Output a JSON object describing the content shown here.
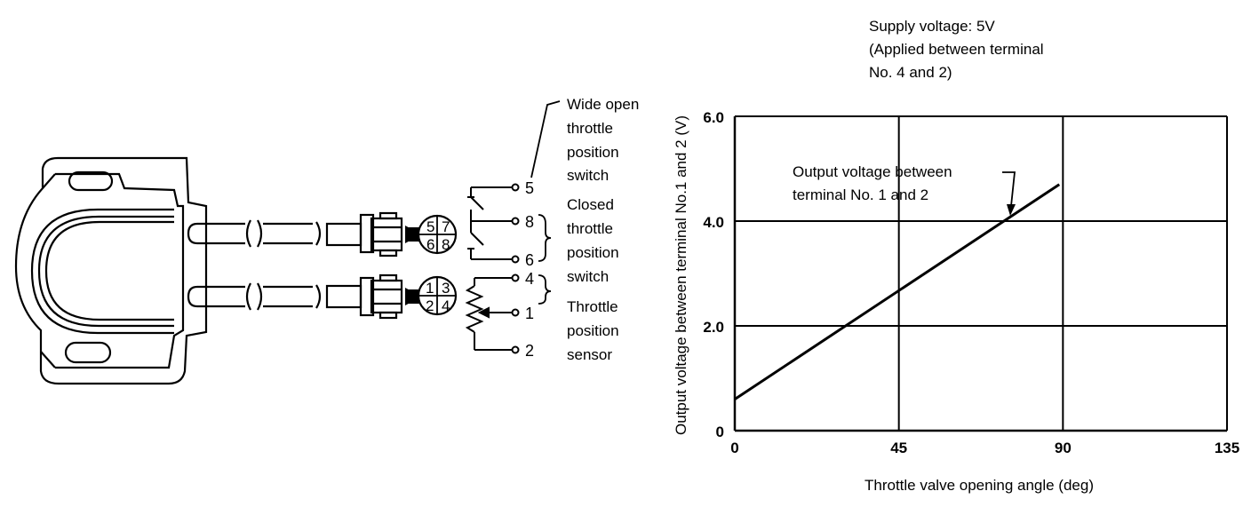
{
  "supply_note": {
    "line1": "Supply voltage: 5V",
    "line2": "(Applied between terminal",
    "line3": "No. 4 and 2)"
  },
  "labels": {
    "wide_open": [
      "Wide open",
      "throttle",
      "position",
      "switch"
    ],
    "closed": [
      "Closed",
      "throttle",
      "position",
      "switch"
    ],
    "sensor": [
      "Throttle",
      "position",
      "sensor"
    ]
  },
  "terminals": {
    "t5": "5",
    "t8": "8",
    "t6": "6",
    "t4": "4",
    "t1": "1",
    "t2": "2"
  },
  "connector_upper_pins": [
    "5",
    "7",
    "6",
    "8"
  ],
  "connector_lower_pins": [
    "1",
    "3",
    "2",
    "4"
  ],
  "chart_data": {
    "type": "line",
    "ylabel": "Output voltage between terminal No.1 and 2 (V)",
    "xlabel": "Throttle valve opening angle (deg)",
    "xlim": [
      0,
      135
    ],
    "ylim": [
      0,
      6
    ],
    "x_ticks": [
      "0",
      "45",
      "90",
      "135"
    ],
    "y_ticks": [
      "0",
      "2.0",
      "4.0",
      "6.0"
    ],
    "grid": true,
    "annotation": [
      "Output voltage between",
      "terminal No. 1 and 2"
    ],
    "series": [
      {
        "x": [
          0,
          89
        ],
        "y": [
          0.6,
          4.7
        ]
      }
    ]
  }
}
